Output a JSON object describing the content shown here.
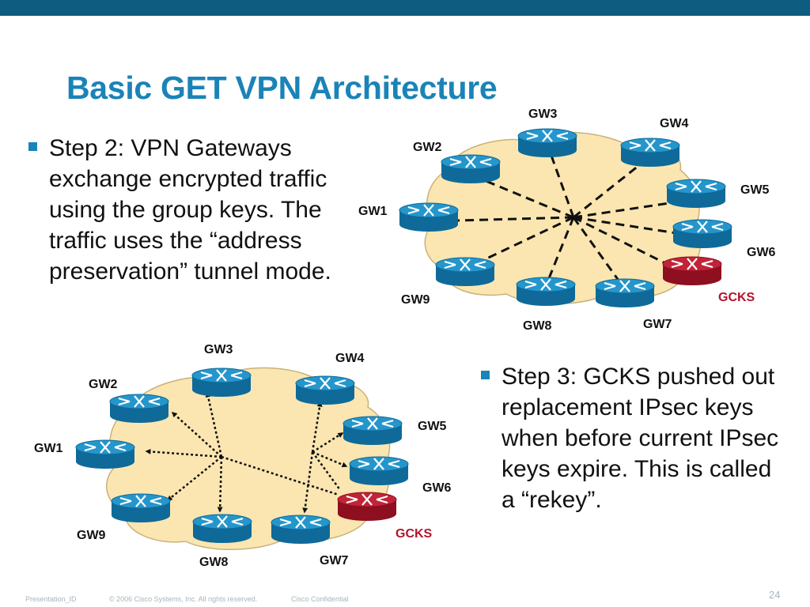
{
  "slide": {
    "title": "Basic GET VPN Architecture",
    "page_number": "24"
  },
  "colors": {
    "top_bar": "#0e5c80",
    "title": "#1a83b8",
    "cloud_fill": "#fbe6b1",
    "cloud_stroke": "#c9b27a",
    "router_blue": "#1b86b9",
    "router_red": "#b2152a",
    "gcks_label": "#b2152a"
  },
  "bullets": {
    "step2": "Step 2: VPN Gateways exchange encrypted traffic using the group keys. The traffic uses the “address preservation” tunnel mode.",
    "step3": "Step 3: GCKS pushed out replacement IPsec keys when before current IPsec keys expire. This is called a “rekey”."
  },
  "diagrams": {
    "top": {
      "labels": {
        "gw1": "GW1",
        "gw2": "GW2",
        "gw3": "GW3",
        "gw4": "GW4",
        "gw5": "GW5",
        "gw6": "GW6",
        "gw7": "GW7",
        "gw8": "GW8",
        "gw9": "GW9",
        "gcks": "GCKS"
      },
      "connection_style": "dashed"
    },
    "bottom": {
      "labels": {
        "gw1": "GW1",
        "gw2": "GW2",
        "gw3": "GW3",
        "gw4": "GW4",
        "gw5": "GW5",
        "gw6": "GW6",
        "gw7": "GW7",
        "gw8": "GW8",
        "gw9": "GW9",
        "gcks": "GCKS"
      },
      "connection_style": "dotted-arrows"
    }
  },
  "footer": {
    "presentation_id": "Presentation_ID",
    "copyright": "© 2006 Cisco Systems, Inc. All rights reserved.",
    "confidential": "Cisco Confidential"
  }
}
